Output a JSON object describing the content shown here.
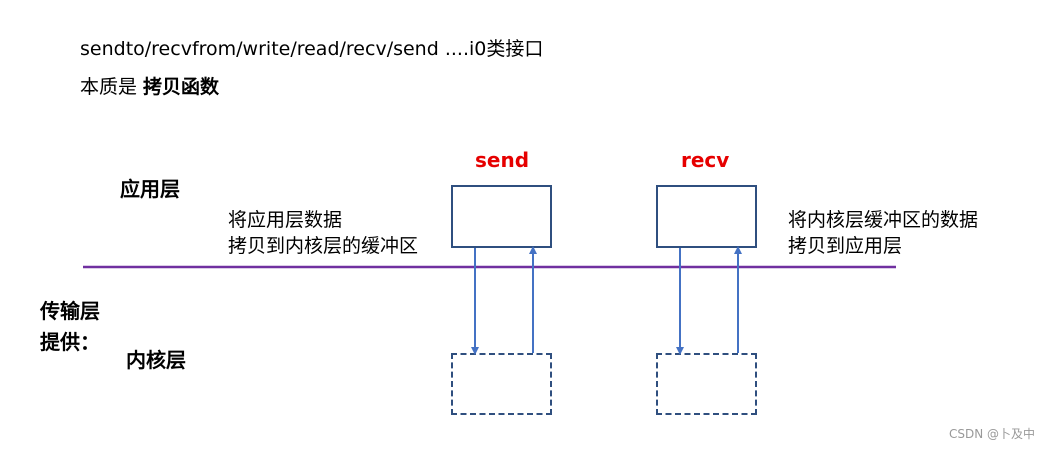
{
  "header": {
    "line1": "sendto/recvfrom/write/read/recv/send ....i0类接口",
    "line2_prefix": "本质是 ",
    "line2_bold": "拷贝函数"
  },
  "layers": {
    "application": "应用层",
    "transport_line1": "传输层",
    "transport_line2": "提供：",
    "kernel": "内核层"
  },
  "calls": {
    "send": "send",
    "recv": "recv"
  },
  "descriptions": {
    "left_line1": "将应用层数据",
    "left_line2": "拷贝到内核层的缓冲区",
    "right_line1": "将内核层缓冲区的数据",
    "right_line2": "拷贝到应用层"
  },
  "colors": {
    "divider": "#7030a0",
    "arrow": "#4472c4",
    "box_border": "#2f4f7f",
    "call_label": "#e60000"
  },
  "watermark": "CSDN @卜及中"
}
